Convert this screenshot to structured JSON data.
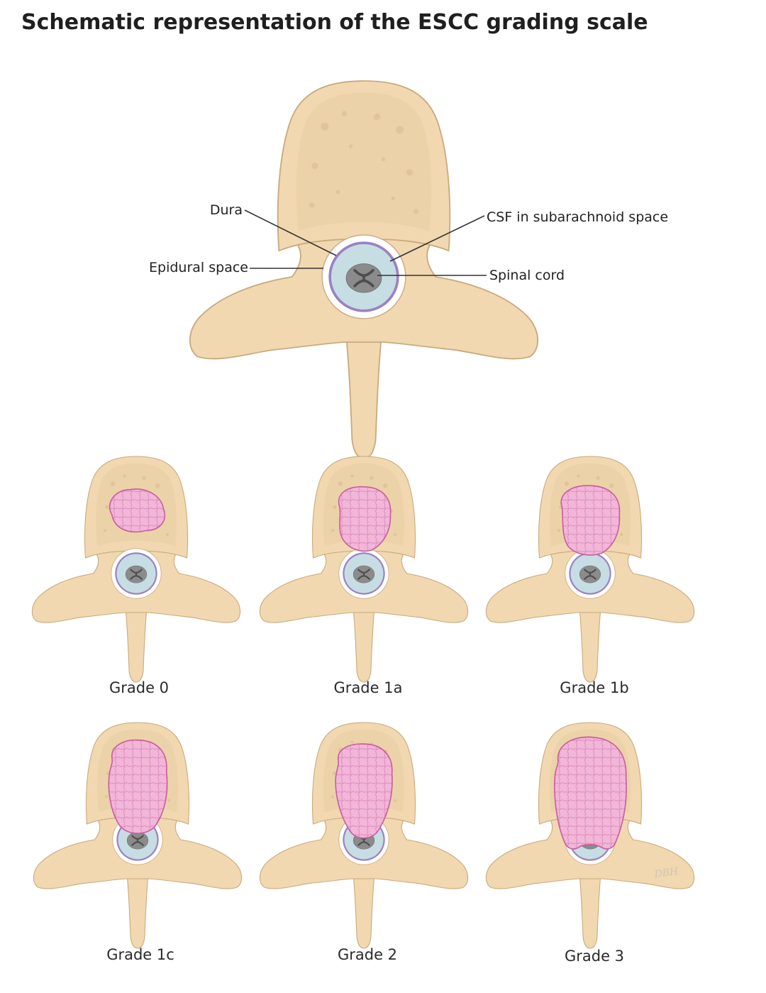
{
  "title": "Schematic representation of the ESCC grading scale",
  "labels": {
    "dura": "Dura",
    "epidural_space": "Epidural space",
    "csf": "CSF in subarachnoid space",
    "spinal_cord": "Spinal cord"
  },
  "grades": [
    {
      "id": "grade-0",
      "label": "Grade 0"
    },
    {
      "id": "grade-1a",
      "label": "Grade 1a"
    },
    {
      "id": "grade-1b",
      "label": "Grade 1b"
    },
    {
      "id": "grade-1c",
      "label": "Grade 1c"
    },
    {
      "id": "grade-2",
      "label": "Grade 2"
    },
    {
      "id": "grade-3",
      "label": "Grade 3"
    }
  ],
  "signature": "DBH",
  "colors": {
    "bone": "#f1d8b0",
    "bone_outline": "#c9aa7e",
    "bone_speckle": "#e3c69c",
    "dura": "#9b82c2",
    "epidural": "#ffffff",
    "csf": "#c7dde4",
    "spinal_cord": "#8b8b8b",
    "gray_matter": "#5a5a5a",
    "tumor": "#f2b6d8",
    "tumor_outline": "#c85f9e",
    "leader_line": "#333333"
  }
}
